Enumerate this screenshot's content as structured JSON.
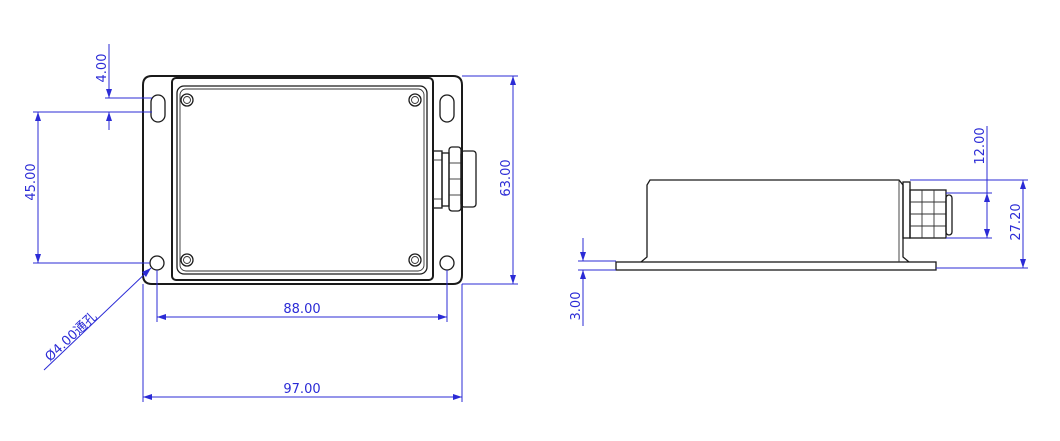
{
  "drawing": {
    "front_view": {
      "dimensions": {
        "slot_width": "4.00",
        "hole_spacing_vertical": "45.00",
        "enclosure_height": "63.00",
        "hole_spacing_horizontal": "88.00",
        "flange_width": "97.00",
        "hole_callout": "Ø4.00通孔"
      }
    },
    "side_view": {
      "dimensions": {
        "gland_height": "12.00",
        "total_height": "27.20",
        "flange_thickness": "3.00"
      }
    },
    "colors": {
      "outline": "#1a1a1a",
      "dimension": "#2b2bd6"
    }
  }
}
